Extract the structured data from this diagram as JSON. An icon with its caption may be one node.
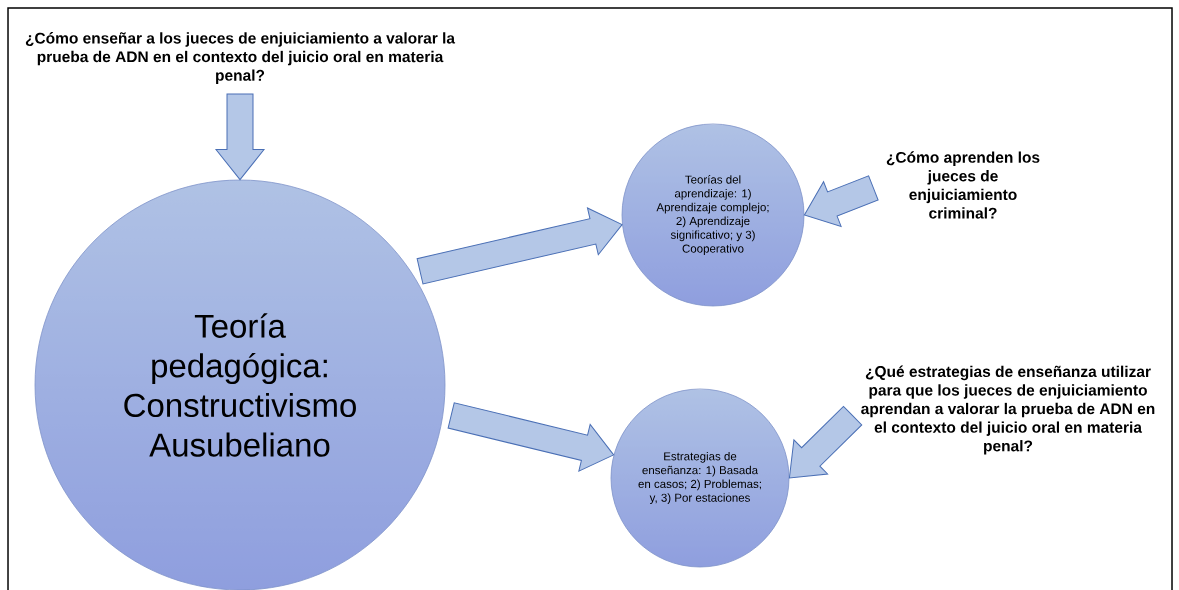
{
  "diagram": {
    "nodes": [
      {
        "text": [
          "¿Cómo enseñar a los jueces de enjuiciamiento a valorar la prueba de ADN en el contexto del juicio oral en materia penal?"
        ]
      },
      {
        "text": [
          "Teoría pedagógica: Constructivismo Ausubeliano"
        ]
      },
      {
        "text": [
          "Teorías del aprendizaje: 1) Aprendizaje complejo; 2) Aprendizaje significativo; y 3) Cooperativo"
        ]
      },
      {
        "text": [
          "Estrategias de enseñanza: 1) Basada en casos; 2) Problemas; y, 3) Por estaciones"
        ]
      },
      {
        "text": [
          "¿Cómo aprenden los jueces de enjuiciamiento criminal?"
        ]
      },
      {
        "text": [
          "¿Qué estrategias de enseñanza utilizar para que los jueces de enjuiciamiento  aprendan a valorar la prueba de ADN en el contexto del juicio oral en materia penal?"
        ]
      }
    ],
    "edges": [
      {
        "from": 0,
        "to": 1,
        "arrow": "to"
      },
      {
        "from": 1,
        "to": 2,
        "arrow": "to"
      },
      {
        "from": 1,
        "to": 3,
        "arrow": "to"
      },
      {
        "from": 4,
        "to": 2,
        "arrow": "to"
      },
      {
        "from": 5,
        "to": 3,
        "arrow": "to"
      }
    ]
  }
}
